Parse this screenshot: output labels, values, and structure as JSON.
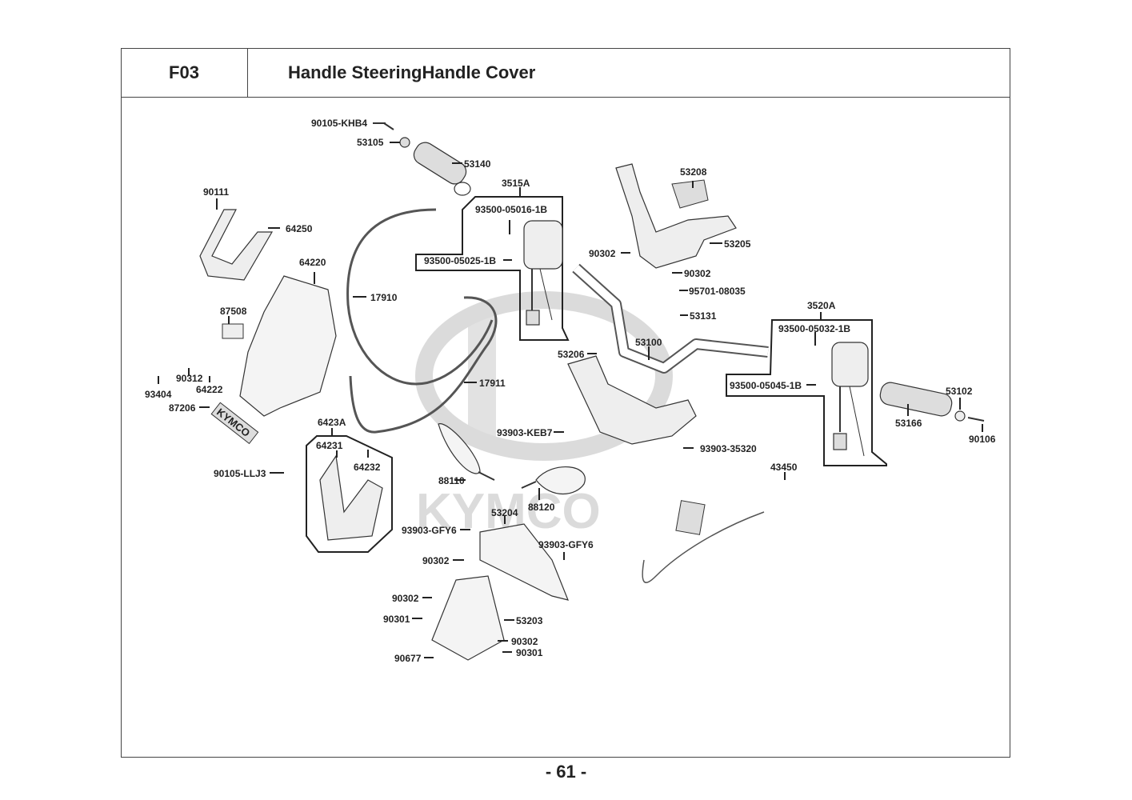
{
  "header": {
    "section_code": "F03",
    "title": "Handle SteeringHandle Cover"
  },
  "watermark": "KYMCO",
  "page_number": "- 61 -",
  "groups": [
    {
      "id": "3515A",
      "label": "3515A",
      "parts": [
        "93500-05016-1B",
        "93500-05025-1B"
      ]
    },
    {
      "id": "3520A",
      "label": "3520A",
      "parts": [
        "93500-05032-1B",
        "93500-05045-1B"
      ]
    },
    {
      "id": "6423A",
      "label": "6423A",
      "parts": [
        "64231",
        "64232"
      ]
    }
  ],
  "parts": {
    "p90105_khb4": "90105-KHB4",
    "p53105": "53105",
    "p53140": "53140",
    "p3515a": "3515A",
    "p93500_05016": "93500-05016-1B",
    "p93500_05025": "93500-05025-1B",
    "p90111": "90111",
    "p64250": "64250",
    "p64220": "64220",
    "p17910": "17910",
    "p87508": "87508",
    "p93404": "93404",
    "p90312": "90312",
    "p64222": "64222",
    "p87206": "87206",
    "p17911": "17911",
    "p53208": "53208",
    "p53205": "53205",
    "p90302_a": "90302",
    "p90302_b": "90302",
    "p95701": "95701-08035",
    "p53131": "53131",
    "p53206": "53206",
    "p53100": "53100",
    "p3520a": "3520A",
    "p93500_05032": "93500-05032-1B",
    "p93500_05045": "93500-05045-1B",
    "p53102": "53102",
    "p53166": "53166",
    "p90106": "90106",
    "p6423a": "6423A",
    "p64231": "64231",
    "p64232": "64232",
    "p90105_llj3": "90105-LLJ3",
    "p93903_keb7": "93903-KEB7",
    "p93903_35320": "93903-35320",
    "p88110": "88110",
    "p88120": "88120",
    "p43450": "43450",
    "p53204": "53204",
    "p93903_gfy6_a": "93903-GFY6",
    "p93903_gfy6_b": "93903-GFY6",
    "p90302_c": "90302",
    "p90302_d": "90302",
    "p90301_a": "90301",
    "p53203": "53203",
    "p90302_e": "90302",
    "p90677": "90677",
    "p90301_b": "90301"
  }
}
